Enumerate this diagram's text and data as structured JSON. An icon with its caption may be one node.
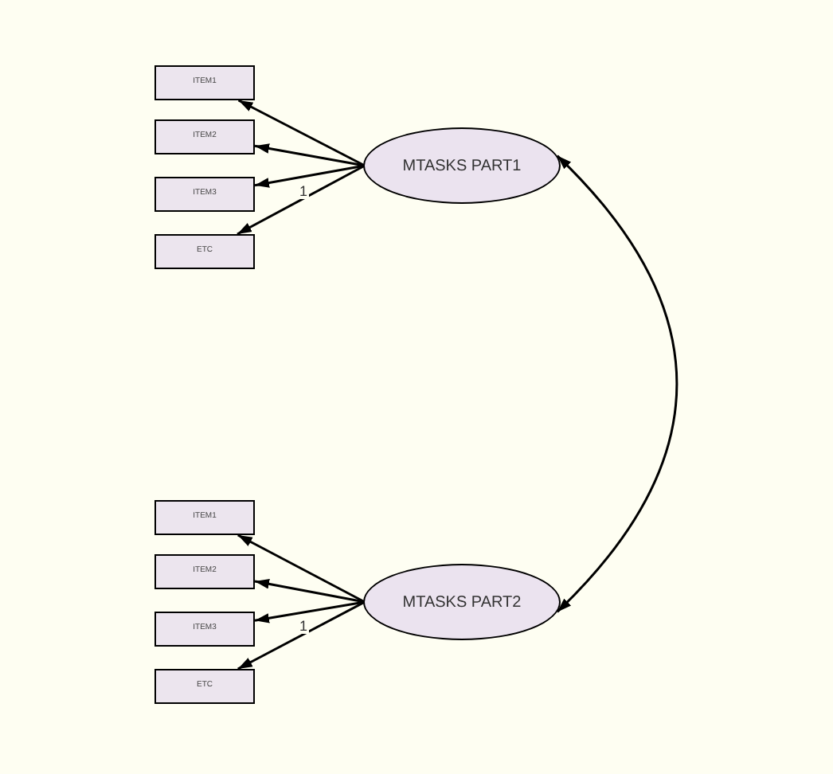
{
  "diagram": {
    "nodes": [
      {
        "text": [
          "MTASKS PART1"
        ]
      },
      {
        "text": [
          "ITEM1"
        ]
      },
      {
        "text": [
          "ITEM2"
        ]
      },
      {
        "text": [
          "ITEM3"
        ]
      },
      {
        "text": [
          "ETC"
        ]
      },
      {
        "text": [
          "MTASKS PART2"
        ]
      },
      {
        "text": [
          "ITEM1"
        ]
      },
      {
        "text": [
          "ITEM2"
        ]
      },
      {
        "text": [
          "ITEM3"
        ]
      },
      {
        "text": [
          "ETC"
        ]
      }
    ],
    "edges": [
      {
        "from": 0,
        "to": 1,
        "arrow": "to"
      },
      {
        "from": 0,
        "to": 2,
        "arrow": "to"
      },
      {
        "from": 0,
        "to": 3,
        "arrow": "to",
        "label": "1"
      },
      {
        "from": 0,
        "to": 4,
        "arrow": "to"
      },
      {
        "from": 5,
        "to": 6,
        "arrow": "to"
      },
      {
        "from": 5,
        "to": 7,
        "arrow": "to"
      },
      {
        "from": 5,
        "to": 8,
        "arrow": "to",
        "label": "1"
      },
      {
        "from": 5,
        "to": 9,
        "arrow": "to"
      },
      {
        "from": 0,
        "to": 5,
        "arrow": "both"
      }
    ]
  }
}
